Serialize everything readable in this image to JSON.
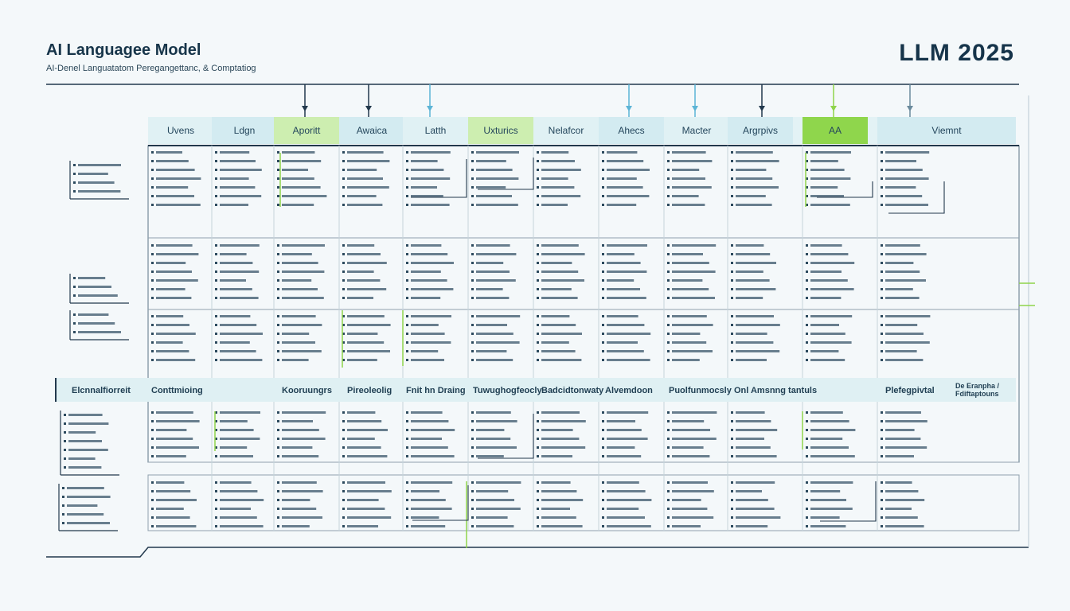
{
  "header": {
    "title": "AI Languagee Model",
    "subtitle": "AI-Denel Languatatom Peregangettanc, & Comptatiog",
    "brand": "LLM 2025"
  },
  "columns": [
    {
      "label": "Uvens",
      "highlight": false
    },
    {
      "label": "Ldgn",
      "highlight": false
    },
    {
      "label": "Aporitt",
      "highlight": true
    },
    {
      "label": "Awaica",
      "highlight": false
    },
    {
      "label": "Latth",
      "highlight": false
    },
    {
      "label": "Uxturics",
      "highlight": true
    },
    {
      "label": "Nelafcor",
      "highlight": false
    },
    {
      "label": "Ahecs",
      "highlight": false
    },
    {
      "label": "Macter",
      "highlight": false
    },
    {
      "label": "Argrpivs",
      "highlight": false
    },
    {
      "label": "AA",
      "highlight": true
    },
    {
      "label": "Viemnt",
      "highlight": false
    }
  ],
  "section_labels": [
    "Elcnnalfiorreit",
    "Conttmioing",
    "Kooruungrs",
    "Pireoleolig",
    "Fnit hn Draing",
    "Tuwughogfeocly",
    "Badcidtonwaty",
    "Alvemdoon",
    "Puolfunmocsly",
    "Onl Amsnng tantuls",
    "Plefegpivtal",
    "De Eranpha / Fdiftaptouns"
  ],
  "colors": {
    "accent_green": "#8ed44a",
    "header_blue": "#d5ecf1",
    "line_navy": "#22384c",
    "line_blue": "#5bb4d6"
  }
}
